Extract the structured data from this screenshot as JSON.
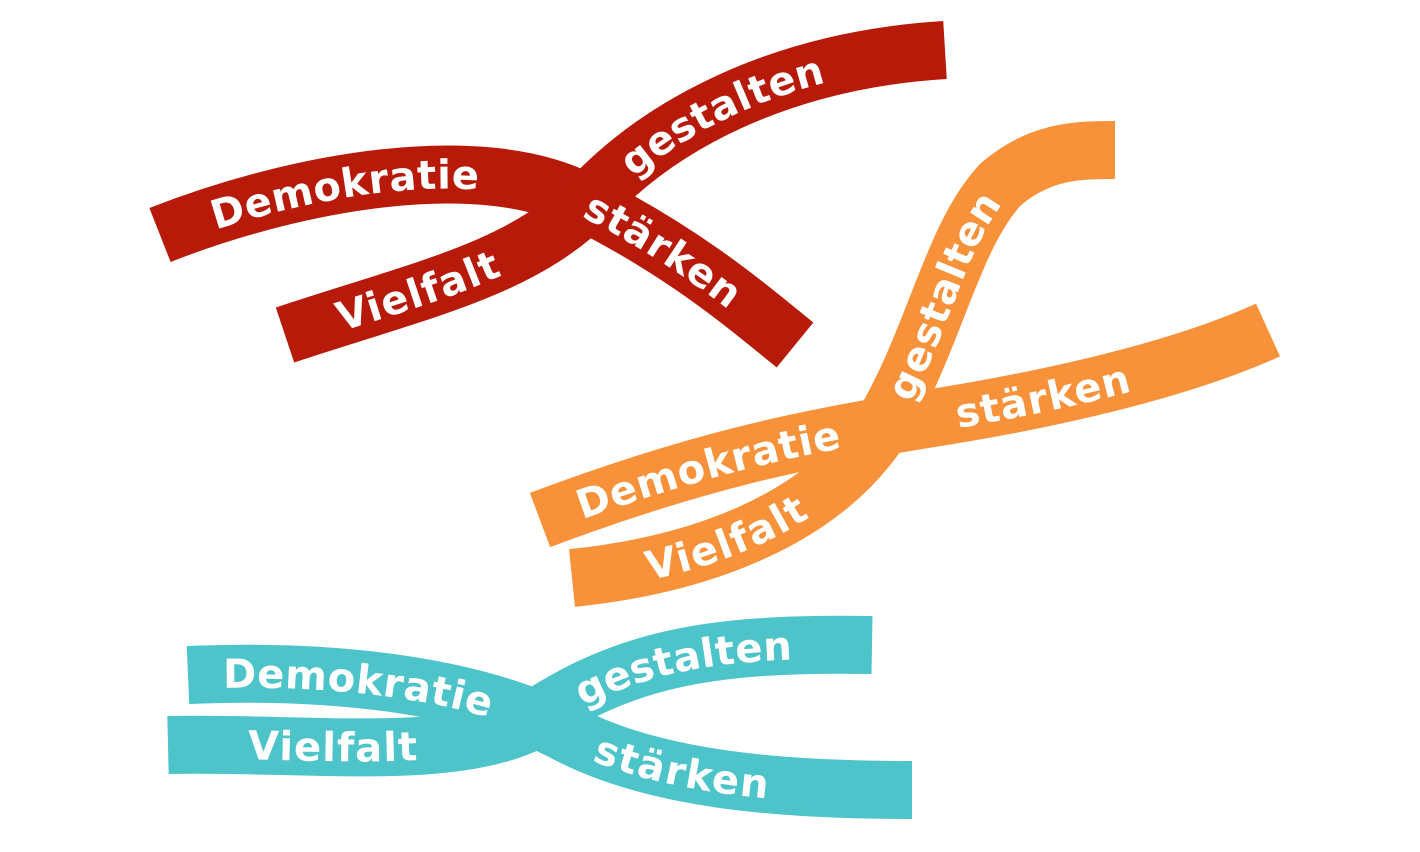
{
  "colors": {
    "red": "#B81A0A",
    "orange": "#F7923A",
    "teal": "#4DC4CA"
  },
  "groups": [
    {
      "color": "red",
      "ribbon_a": [
        "Demokratie",
        "stärken"
      ],
      "ribbon_b": [
        "Vielfalt",
        "gestalten"
      ]
    },
    {
      "color": "orange",
      "ribbon_a": [
        "Demokratie",
        "stärken"
      ],
      "ribbon_b": [
        "Vielfalt",
        "gestalten"
      ]
    },
    {
      "color": "teal",
      "ribbon_a": [
        "Demokratie",
        "stärken"
      ],
      "ribbon_b": [
        "Vielfalt",
        "gestalten"
      ]
    }
  ]
}
